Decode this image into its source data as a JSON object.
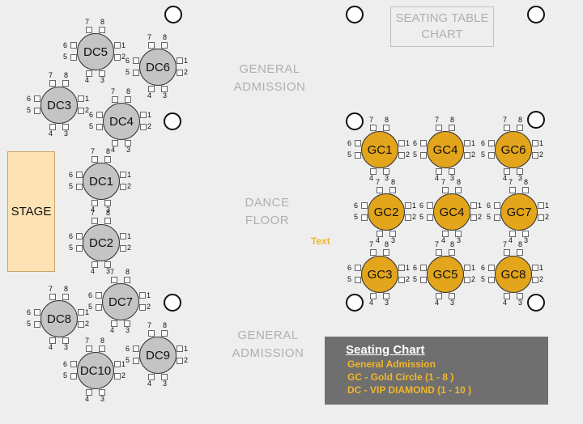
{
  "title_box": {
    "line1": "SEATING TABLE",
    "line2": "CHART"
  },
  "zones": {
    "general_admission_top": [
      "GENERAL",
      "ADMISSION"
    ],
    "dance_floor": [
      "DANCE",
      "FLOOR"
    ],
    "general_admission_bottom": [
      "GENERAL",
      "ADMISSION"
    ]
  },
  "stage_label": "STAGE",
  "text_label": "Text",
  "seat_numbers": [
    "1",
    "2",
    "3",
    "4",
    "5",
    "6",
    "7",
    "8"
  ],
  "dc_tables": [
    "DC5",
    "DC6",
    "DC3",
    "DC4",
    "DC1",
    "DC2",
    "DC7",
    "DC8",
    "DC9",
    "DC10"
  ],
  "gc_tables": [
    "GC1",
    "GC4",
    "GC6",
    "GC2",
    "GC4",
    "GC7",
    "GC3",
    "GC5",
    "GC8"
  ],
  "legend": {
    "title": "Seating Chart",
    "lines": [
      "General Admission",
      "GC - Gold Circle (1 - 8 )",
      "DC - VIP DIAMOND (1 - 10 )"
    ]
  },
  "colors": {
    "dc_table": "#c4c4c4",
    "gc_table": "#e3a51c",
    "legend_bg": "#6f6f6f",
    "legend_text": "#f2b62a",
    "stage": "#fde2b3"
  }
}
